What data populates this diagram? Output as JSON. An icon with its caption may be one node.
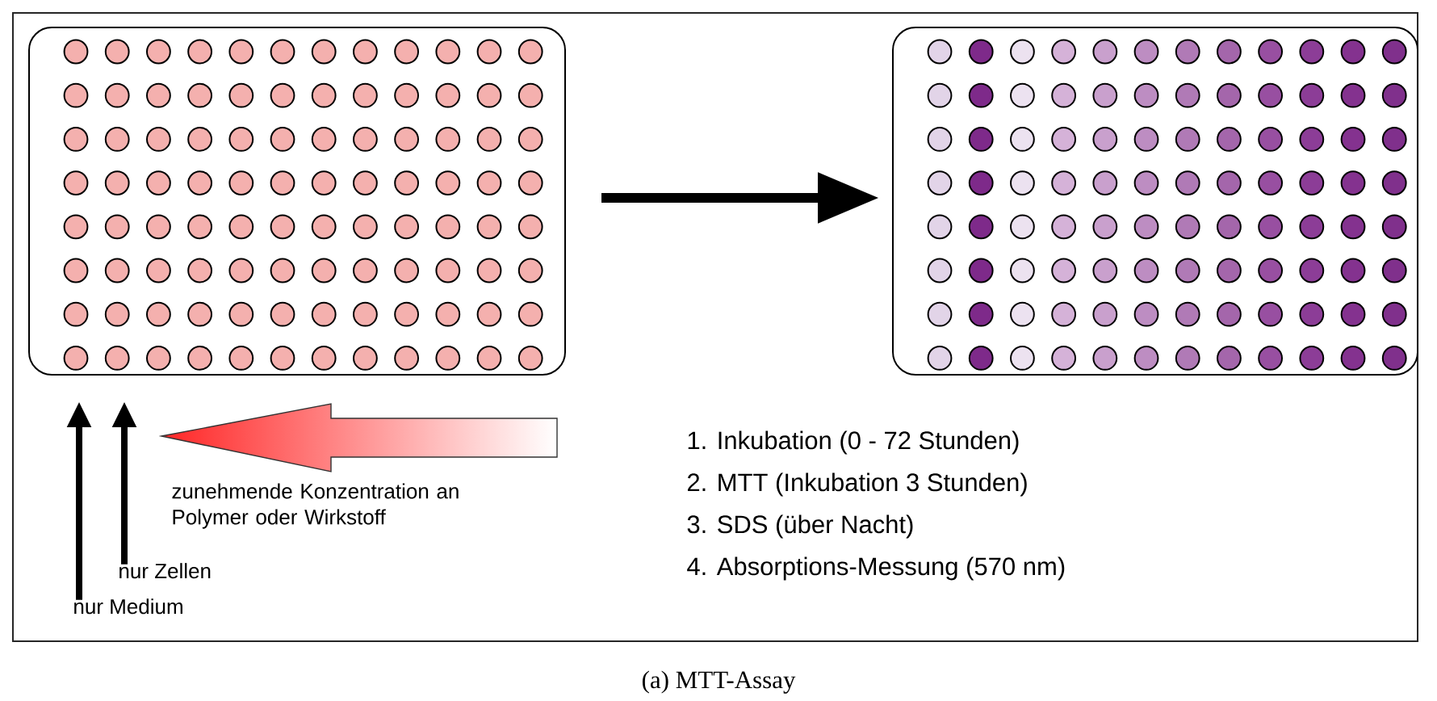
{
  "diagram": {
    "caption": "(a) MTT-Assay",
    "nodes": [
      {
        "text": [],
        "shape": "box"
      },
      {
        "text": [],
        "shape": "box"
      },
      {
        "text": [
          "nur Medium"
        ]
      },
      {
        "text": [
          "nur Zellen"
        ]
      }
    ],
    "edges": [
      {
        "from": 0,
        "to": 1,
        "arrow": "to"
      },
      {
        "from": 2,
        "to": 0,
        "arrow": "to"
      },
      {
        "from": 3,
        "to": 0,
        "arrow": "to"
      }
    ],
    "labels": [
      "zunehmende Konzentration an Polymer oder Wirkstoff",
      "1. Inkubation (0 - 72 Stunden)",
      "2. MTT (Inkubation 3 Stunden)",
      "3. SDS (über Nacht)",
      "4. Absorptions-Messung (570 nm)"
    ]
  }
}
